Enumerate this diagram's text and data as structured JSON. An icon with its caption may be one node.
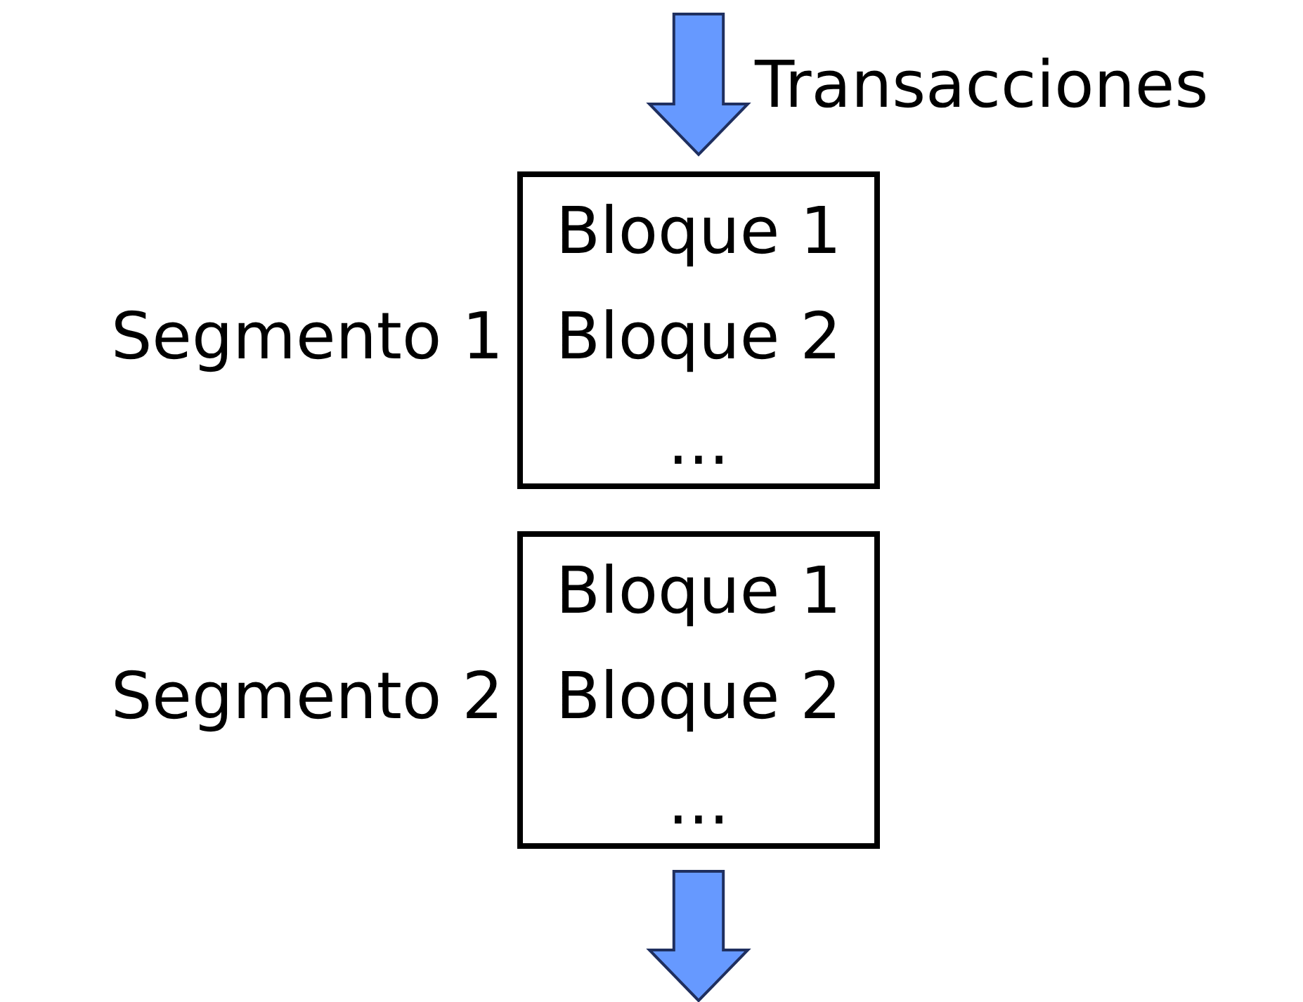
{
  "diagram": {
    "nodes": [
      {
        "text": [
          "Segmento 1",
          "Bloque 1",
          "Bloque 2",
          "..."
        ]
      },
      {
        "text": [
          "Segmento 2",
          "Bloque 1",
          "Bloque 2",
          "..."
        ]
      }
    ],
    "edges": [
      {
        "from": null,
        "to": 0,
        "arrow": "to",
        "label": "Transacciones"
      },
      {
        "from": 1,
        "to": null,
        "arrow": "to"
      }
    ]
  }
}
